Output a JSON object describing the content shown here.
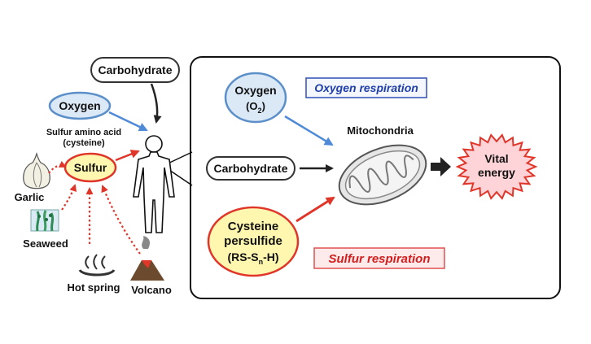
{
  "left": {
    "carbohydrate": "Carbohydrate",
    "oxygen": "Oxygen",
    "sulfur_amino_acid_line1": "Sulfur amino acid",
    "sulfur_amino_acid_line2": "(cysteine)",
    "sulfur": "Sulfur",
    "garlic": "Garlic",
    "seaweed": "Seaweed",
    "hot_spring": "Hot spring",
    "volcano": "Volcano"
  },
  "right": {
    "oxygen_line1": "Oxygen",
    "oxygen_o": "(O",
    "oxygen_sub": "2",
    "oxygen_close": ")",
    "oxygen_respiration": "Oxygen respiration",
    "mitochondria": "Mitochondria",
    "carbohydrate": "Carbohydrate",
    "cysteine_line1": "Cysteine",
    "cysteine_line2": "persulfide",
    "cysteine_formula_a": "(RS-S",
    "cysteine_formula_sub": "n",
    "cysteine_formula_b": "-H)",
    "sulfur_respiration": "Sulfur respiration",
    "vital_line1": "Vital",
    "vital_line2": "energy"
  },
  "colors": {
    "oxygen_fill": "#dbe8f6",
    "oxygen_stroke": "#5b8fc9",
    "sulfur_fill": "#fff7b0",
    "sulfur_stroke": "#e0362a",
    "red_arrow": "#e0362a",
    "blue_arrow": "#4f8ad8",
    "oxygen_resp_text": "#1f3fa8",
    "sulfur_resp_text": "#d11f1f",
    "vital_fill": "#ffd4d8"
  },
  "icons": [
    "human-silhouette-icon",
    "garlic-icon",
    "seaweed-icon",
    "hot-spring-icon",
    "volcano-icon",
    "mitochondria-icon"
  ]
}
